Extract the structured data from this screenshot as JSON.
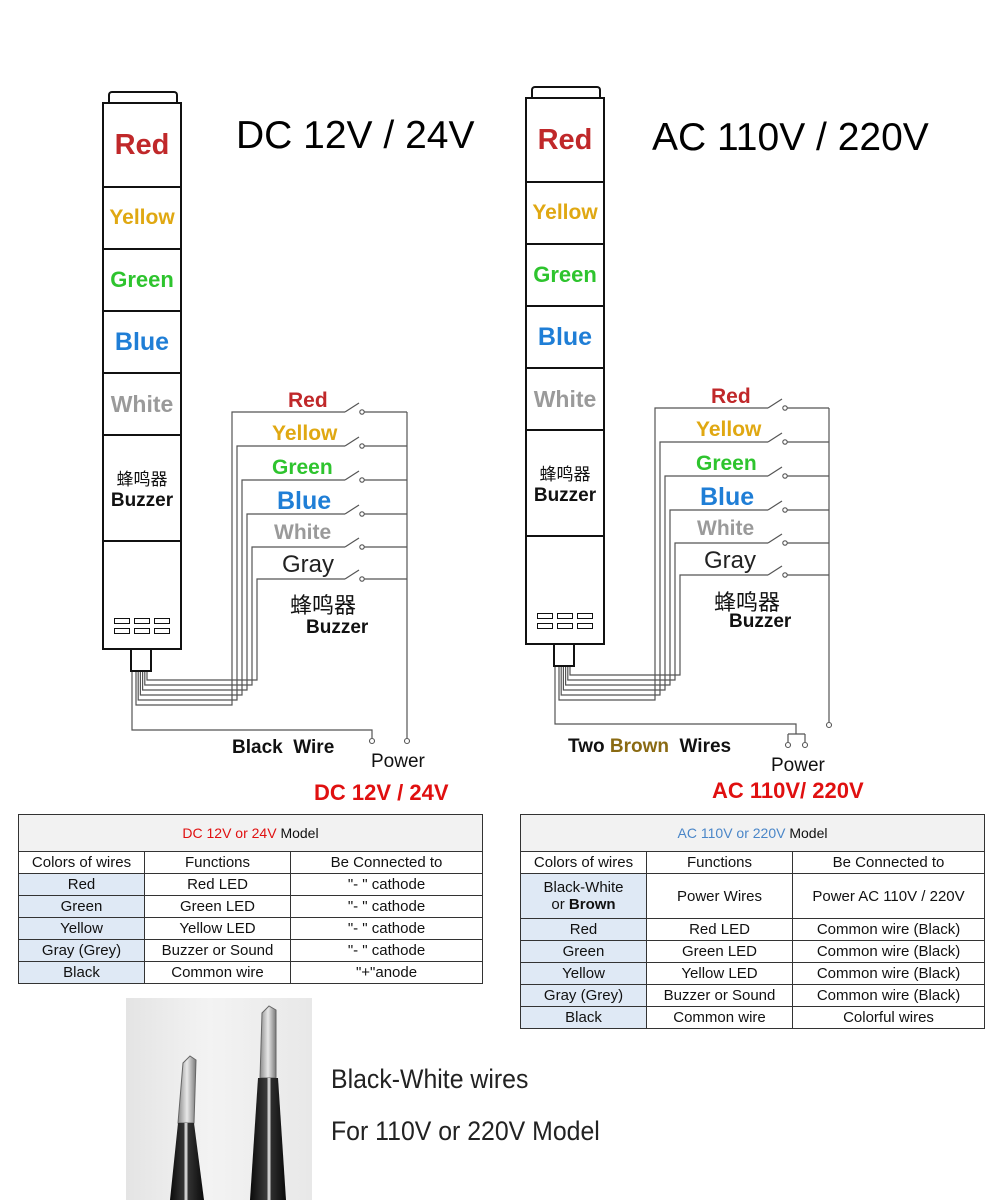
{
  "dc": {
    "title": "DC 12V / 24V",
    "tower": [
      "Red",
      "Yellow",
      "Green",
      "Blue",
      "White"
    ],
    "tower_buzzer_zh": "蜂鸣器",
    "tower_buzzer_en": "Buzzer",
    "wires": [
      "Red",
      "Yellow",
      "Green",
      "Blue",
      "White",
      "Gray"
    ],
    "wire_buzzer_zh": "蜂鸣器",
    "wire_buzzer_en": "Buzzer",
    "common_label": "Black  Wire",
    "power_label": "Power",
    "model_title": "DC 12V / 24V"
  },
  "ac": {
    "title": "AC 110V / 220V",
    "tower": [
      "Red",
      "Yellow",
      "Green",
      "Blue",
      "White"
    ],
    "tower_buzzer_zh": "蜂鸣器",
    "tower_buzzer_en": "Buzzer",
    "wires": [
      "Red",
      "Yellow",
      "Green",
      "Blue",
      "White",
      "Gray"
    ],
    "wire_buzzer_zh": "蜂鸣器",
    "wire_buzzer_en": "Buzzer",
    "common_label_pre": "Two ",
    "common_label_mid": "Brown",
    "common_label_post": "  Wires",
    "power_label": "Power",
    "model_title": "AC 110V/ 220V"
  },
  "colors": {
    "Red": "#c0282a",
    "Yellow": "#e0a812",
    "Green": "#2ec42e",
    "Blue": "#1f7ed6",
    "White": "#9a9a9a",
    "Gray": "#222222",
    "accent_red": "#e01010",
    "accent_blue": "#4a86c8",
    "brown": "#8a6a12"
  },
  "dc_table": {
    "title_colored": "DC 12V or 24V",
    "title_rest": " Model",
    "headers": [
      "Colors of wires",
      "Functions",
      "Be Connected to"
    ],
    "rows": [
      [
        "Red",
        "Red LED",
        "\"- \" cathode"
      ],
      [
        "Green",
        "Green LED",
        "\"- \" cathode"
      ],
      [
        "Yellow",
        "Yellow LED",
        "\"- \" cathode"
      ],
      [
        "Gray (Grey)",
        "Buzzer or Sound",
        "\"- \" cathode"
      ],
      [
        "Black",
        "Common wire",
        "\"+\"anode"
      ]
    ]
  },
  "ac_table": {
    "title_colored": "AC 110V or 220V",
    "title_rest": " Model",
    "headers": [
      "Colors of wires",
      "Functions",
      "Be Connected to"
    ],
    "first_row": {
      "c1_line1": "Black-White",
      "c1_line2_pre": "or ",
      "c1_line2_bold": "Brown",
      "c2": "Power Wires",
      "c3": "Power AC 110V / 220V"
    },
    "rows": [
      [
        "Red",
        "Red LED",
        "Common wire (Black)"
      ],
      [
        "Green",
        "Green LED",
        "Common wire (Black)"
      ],
      [
        "Yellow",
        "Yellow LED",
        "Common wire (Black)"
      ],
      [
        "Gray (Grey)",
        "Buzzer or Sound",
        "Common wire (Black)"
      ],
      [
        "Black",
        "Common wire",
        "Colorful wires"
      ]
    ]
  },
  "caption": {
    "line1": "Black-White wires",
    "line2": "For 110V or 220V Model"
  }
}
